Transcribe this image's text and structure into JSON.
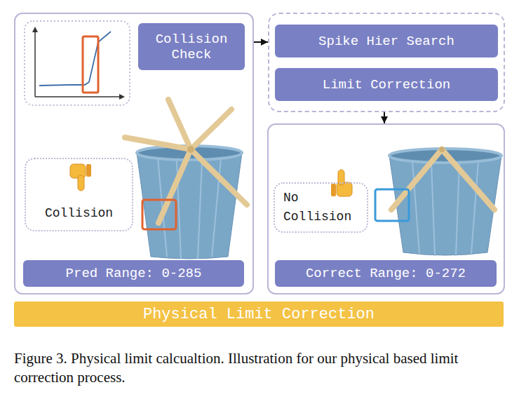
{
  "diagram": {
    "caption": "Figure 3. Physical limit calcualtion. Illustration for our physical based limit correction process.",
    "nodes": [
      {
        "text": []
      },
      {
        "text": [
          "Collision Check"
        ],
        "in": 0
      },
      {
        "text": [
          "Collision"
        ],
        "in": 0
      },
      {
        "text": [
          "Pred Range: 0-285"
        ],
        "in": 0
      },
      {
        "text": []
      },
      {
        "text": [
          "Spike Hier Search"
        ],
        "in": 4
      },
      {
        "text": [
          "Limit Correction"
        ],
        "in": 4
      },
      {
        "text": []
      },
      {
        "text": [
          "No Collision"
        ],
        "in": 7
      },
      {
        "text": [
          "Correct Range: 0-272"
        ],
        "in": 7
      },
      {
        "text": [
          "Physical Limit Correction"
        ]
      }
    ],
    "edges": [
      {
        "from": 0,
        "to": 4,
        "arrow": "to"
      },
      {
        "from": 4,
        "to": 7,
        "arrow": "to"
      }
    ]
  }
}
